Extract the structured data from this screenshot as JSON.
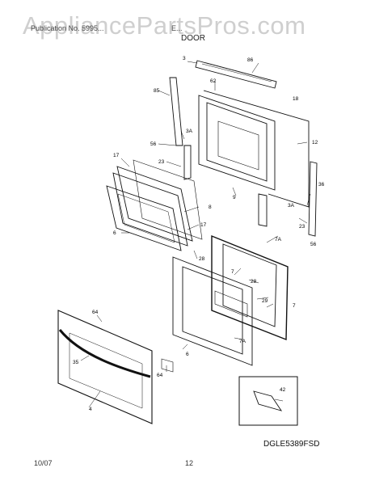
{
  "watermark": "AppliancePartsPros.com",
  "header": {
    "left": "Publication No. 5995...",
    "right": "E...",
    "section": "DOOR"
  },
  "callouts": [
    "3",
    "86",
    "62",
    "85",
    "3A",
    "56",
    "18",
    "12",
    "17",
    "23",
    "8",
    "9",
    "17",
    "36",
    "3A",
    "23",
    "6",
    "56",
    "7A",
    "7",
    "28",
    "28",
    "29",
    "64",
    "7",
    "35",
    "6",
    "64",
    "4",
    "7A",
    "42"
  ],
  "diagram_code": "DGLE5389FSD",
  "footer": {
    "date": "10/07",
    "page": "12"
  }
}
